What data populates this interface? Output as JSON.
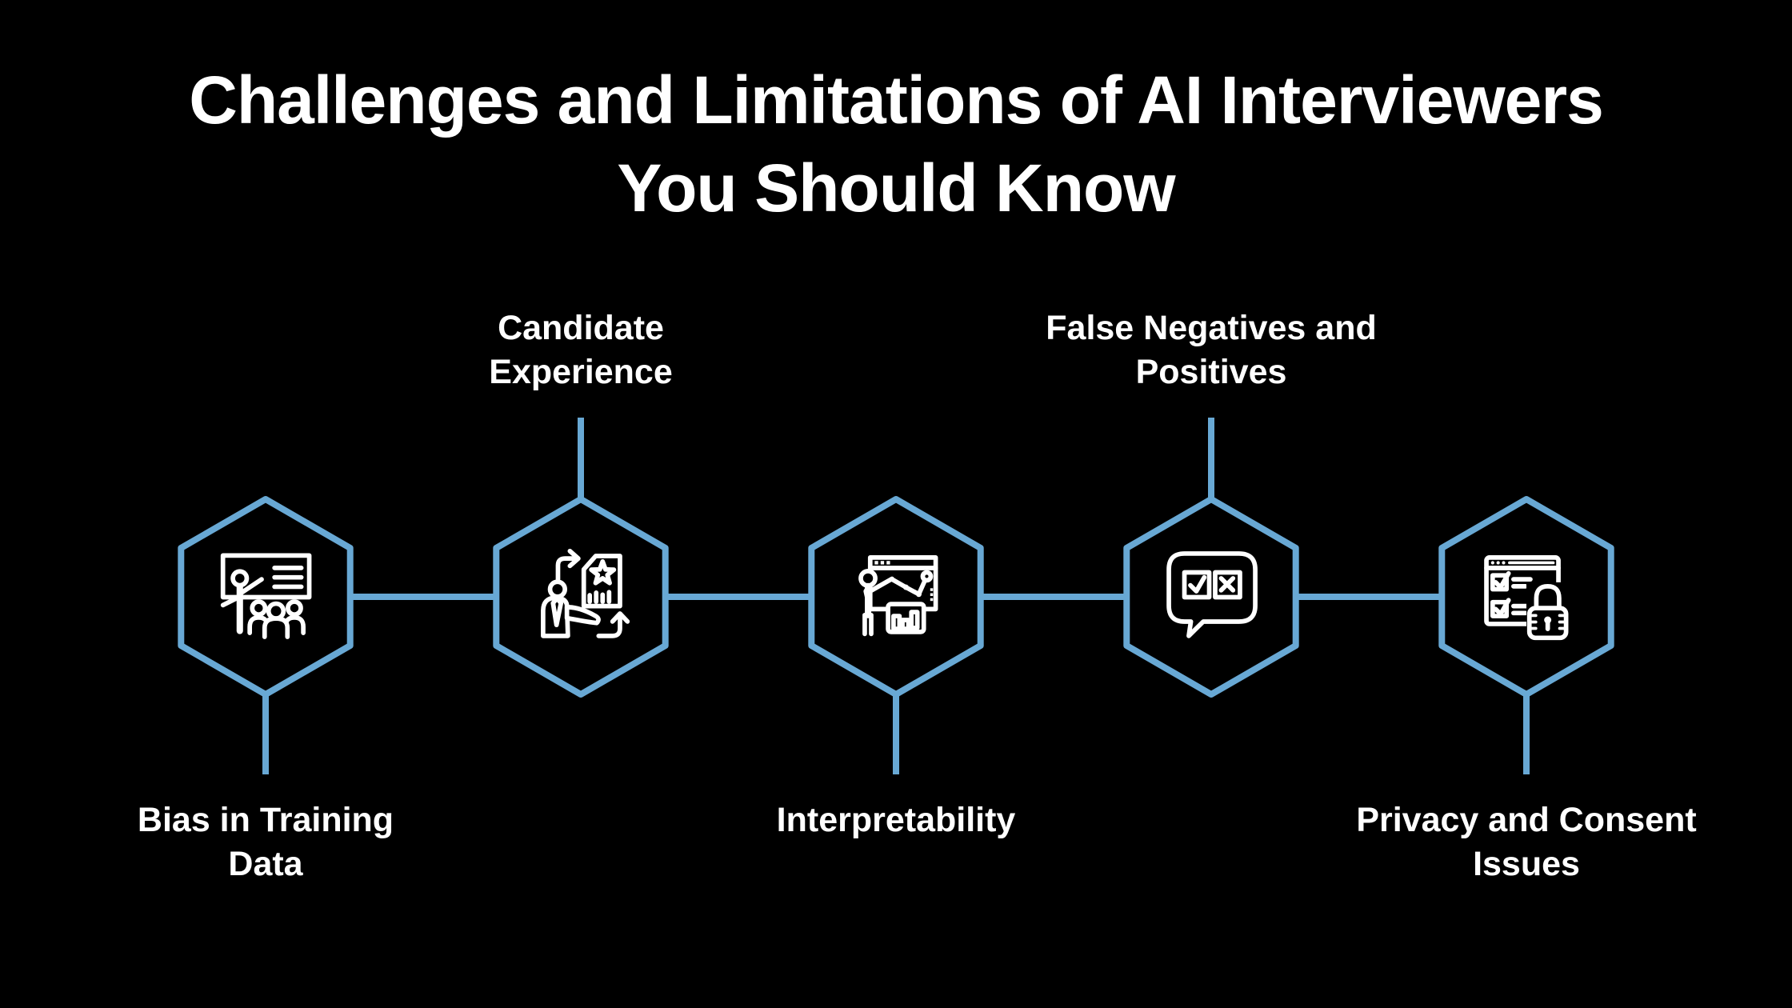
{
  "title": {
    "line1": "Challenges and Limitations of AI Interviewers",
    "line2": "You Should Know"
  },
  "colors": {
    "background": "#000000",
    "accent": "#68A8D4",
    "icon": "#FFFFFF",
    "text": "#FFFFFF"
  },
  "diagram": {
    "shape": "hexagon",
    "node_count": 5,
    "layout": "horizontal-row-connected"
  },
  "nodes": [
    {
      "id": "bias-in-training-data",
      "label": "Bias in Training Data",
      "label_lines": [
        "Bias in Training",
        "Data"
      ],
      "label_position": "below",
      "icon": "training-presentation-icon"
    },
    {
      "id": "candidate-experience",
      "label": "Candidate Experience",
      "label_lines": [
        "Candidate",
        "Experience"
      ],
      "label_position": "above",
      "icon": "candidate-feedback-cycle-icon"
    },
    {
      "id": "interpretability",
      "label": "Interpretability",
      "label_lines": [
        "Interpretability"
      ],
      "label_position": "below",
      "icon": "presenter-analytics-icon"
    },
    {
      "id": "false-negatives-and-positives",
      "label": "False Negatives and Positives",
      "label_lines": [
        "False Negatives and",
        "Positives"
      ],
      "label_position": "above",
      "icon": "chat-check-cross-icon"
    },
    {
      "id": "privacy-and-consent-issues",
      "label": "Privacy and Consent Issues",
      "label_lines": [
        "Privacy and Consent",
        "Issues"
      ],
      "label_position": "below",
      "icon": "consent-checklist-lock-icon"
    }
  ]
}
